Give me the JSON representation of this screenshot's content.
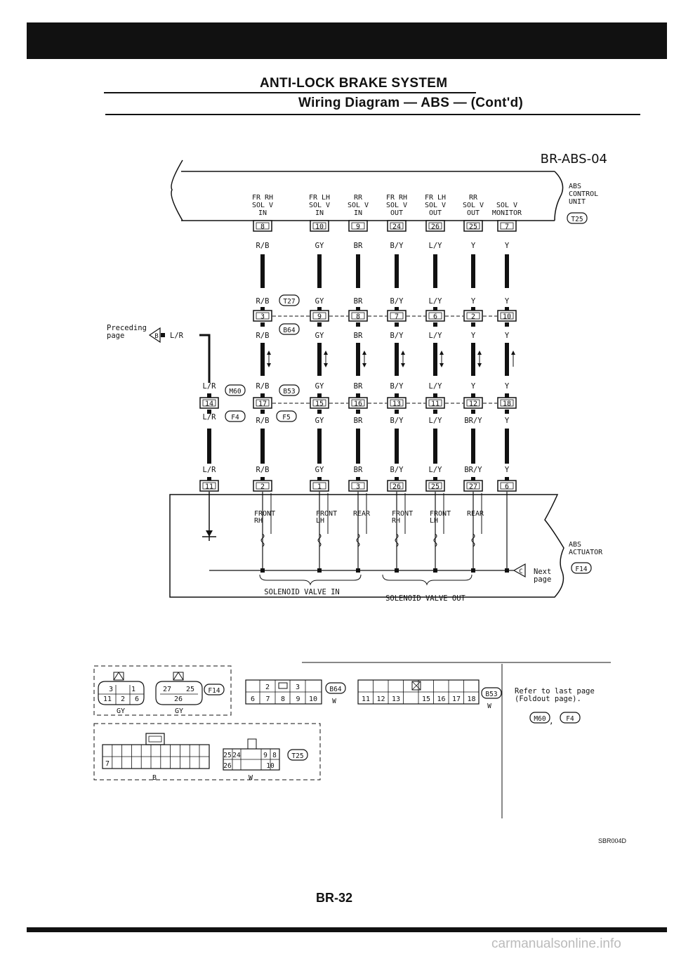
{
  "header": {
    "section_title": "ANTI-LOCK BRAKE SYSTEM",
    "subtitle": "Wiring Diagram — ABS — (Cont'd)"
  },
  "diagram": {
    "code": "BR-ABS-04",
    "control_unit": {
      "lines": [
        "ABS",
        "CONTROL",
        "UNIT"
      ],
      "connector": "T25"
    },
    "actuator": {
      "lines": [
        "ABS",
        "ACTUATOR"
      ],
      "connector": "F14"
    },
    "cu_pins": [
      {
        "label": [
          "FR RH",
          "SOL V",
          "IN"
        ],
        "pin": "8",
        "color": "R/B"
      },
      {
        "label": [
          "FR LH",
          "SOL V",
          "IN"
        ],
        "pin": "10",
        "color": "GY"
      },
      {
        "label": [
          "RR",
          "SOL V",
          "IN"
        ],
        "pin": "9",
        "color": "BR"
      },
      {
        "label": [
          "FR RH",
          "SOL V",
          "OUT"
        ],
        "pin": "24",
        "color": "B/Y"
      },
      {
        "label": [
          "FR LH",
          "SOL V",
          "OUT"
        ],
        "pin": "26",
        "color": "L/Y"
      },
      {
        "label": [
          "RR",
          "SOL V",
          "OUT"
        ],
        "pin": "25",
        "color": "Y"
      },
      {
        "label": [
          "SOL V",
          "MONITOR"
        ],
        "pin": "7",
        "color": "Y"
      }
    ],
    "joint1": {
      "connectors": [
        "T27",
        "B64"
      ],
      "upper_colors": [
        "R/B",
        "GY",
        "BR",
        "B/Y",
        "L/Y",
        "Y",
        "Y"
      ],
      "pins": [
        "3",
        "9",
        "8",
        "7",
        "6",
        "2",
        "10"
      ],
      "lower_colors": [
        "R/B",
        "GY",
        "BR",
        "B/Y",
        "L/Y",
        "Y",
        "Y"
      ]
    },
    "preceding": {
      "text": [
        "Preceding",
        "page"
      ],
      "marker": "B",
      "color": "L/R"
    },
    "joint2": {
      "connectors": [
        "M60",
        "B53",
        "F4",
        "F5"
      ],
      "lr_upper": "L/R",
      "lr_pin": "14",
      "lr_lower": "L/R",
      "upper_colors": [
        "R/B",
        "GY",
        "BR",
        "B/Y",
        "L/Y",
        "Y",
        "Y"
      ],
      "pins": [
        "17",
        "15",
        "16",
        "13",
        "11",
        "12",
        "18"
      ],
      "lower_colors": [
        "R/B",
        "GY",
        "BR",
        "B/Y",
        "L/Y",
        "BR/Y",
        "Y"
      ]
    },
    "actuator_wires": {
      "colors": [
        "L/R",
        "R/B",
        "GY",
        "BR",
        "B/Y",
        "L/Y",
        "BR/Y",
        "Y"
      ],
      "pins": [
        "11",
        "2",
        "1",
        "3",
        "26",
        "25",
        "27",
        "6"
      ]
    },
    "valves": [
      [
        "FRONT",
        "RH"
      ],
      [
        "FRONT",
        "LH"
      ],
      [
        "REAR"
      ],
      [
        "FRONT",
        "RH"
      ],
      [
        "FRONT",
        "LH"
      ],
      [
        "REAR"
      ]
    ],
    "group_in": "SOLENOID VALVE IN",
    "group_out": "SOLENOID VALVE OUT",
    "next_marker": "C",
    "next_text": [
      "Next",
      "page"
    ]
  },
  "connector_views": {
    "f14_a": {
      "top": [
        "3",
        "1"
      ],
      "bottom": [
        "11",
        "2",
        "6"
      ],
      "color": "GY"
    },
    "f14_b": {
      "top": [
        "27",
        "25"
      ],
      "bottom": [
        "26"
      ],
      "color": "GY",
      "ref": "F14"
    },
    "b64": {
      "top": [
        "2",
        "3"
      ],
      "bottom": [
        "6",
        "7",
        "8",
        "9",
        "10"
      ],
      "color": "W",
      "ref": "B64"
    },
    "b53": {
      "bottom": [
        "11",
        "12",
        "13",
        "15",
        "16",
        "17",
        "18"
      ],
      "color": "W",
      "ref": "B53"
    },
    "t25_b": {
      "pin": "7",
      "color": "B"
    },
    "t25_w": {
      "top": [
        "25",
        "24",
        "9",
        "8"
      ],
      "bottom": [
        "26",
        "10"
      ],
      "color": "W",
      "ref": "T25"
    },
    "refer": {
      "lines": [
        "Refer to last page",
        "(Foldout page)."
      ],
      "refs": [
        "M60",
        "F4"
      ]
    }
  },
  "figure_code": "SBR004D",
  "page_number": "BR-32",
  "footer_url": "carmanualsonline.info"
}
